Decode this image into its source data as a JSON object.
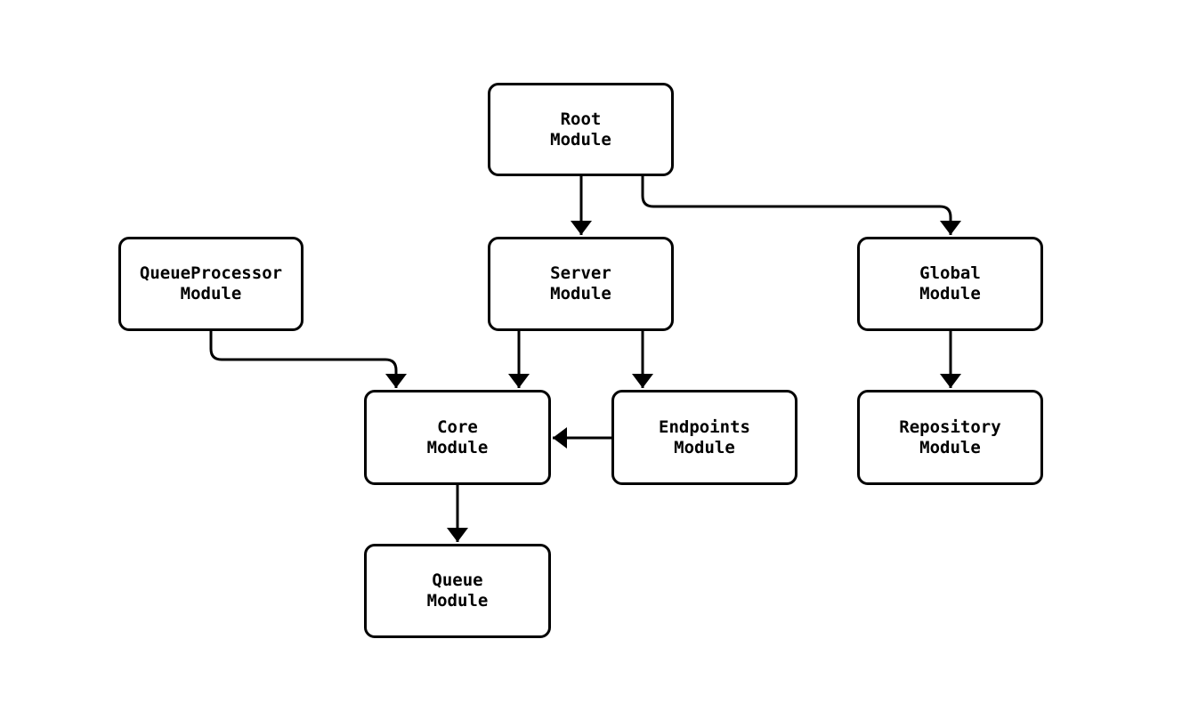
{
  "diagram": {
    "type": "flowchart",
    "direction": "top-down",
    "nodes": [
      {
        "id": "root",
        "label": "Root\nModule"
      },
      {
        "id": "queueprocessor",
        "label": "QueueProcessor\nModule"
      },
      {
        "id": "server",
        "label": "Server\nModule"
      },
      {
        "id": "global",
        "label": "Global\nModule"
      },
      {
        "id": "core",
        "label": "Core\nModule"
      },
      {
        "id": "endpoints",
        "label": "Endpoints\nModule"
      },
      {
        "id": "repository",
        "label": "Repository\nModule"
      },
      {
        "id": "queue",
        "label": "Queue\nModule"
      }
    ],
    "edges": [
      {
        "from": "root",
        "to": "server"
      },
      {
        "from": "root",
        "to": "global"
      },
      {
        "from": "queueprocessor",
        "to": "core"
      },
      {
        "from": "server",
        "to": "core"
      },
      {
        "from": "server",
        "to": "endpoints"
      },
      {
        "from": "endpoints",
        "to": "core"
      },
      {
        "from": "global",
        "to": "repository"
      },
      {
        "from": "core",
        "to": "queue"
      }
    ],
    "colors": {
      "background": "#ffffff",
      "node_fill": "#ffffff",
      "node_border": "#000000",
      "edge": "#000000",
      "text": "#000000"
    }
  }
}
